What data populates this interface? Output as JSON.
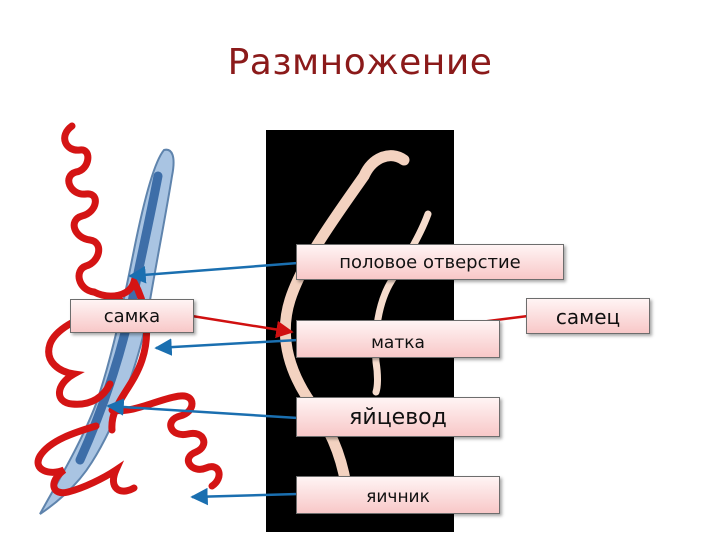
{
  "slide": {
    "title": "Размножение"
  },
  "labels": {
    "genital_opening": "половое отверстие",
    "female": "самка",
    "male": "самец",
    "uterus": "матка",
    "oviduct": "яйцевод",
    "ovary": "яичник"
  },
  "colors": {
    "title": "#8b1a1a",
    "arrow_blue": "#1a6fb0",
    "arrow_red": "#d01010",
    "reproductive_tube": "#d41414",
    "photo_background": "#000000",
    "worm_photo": "#f3d2c0",
    "worm_body": "#9fbcdc"
  }
}
